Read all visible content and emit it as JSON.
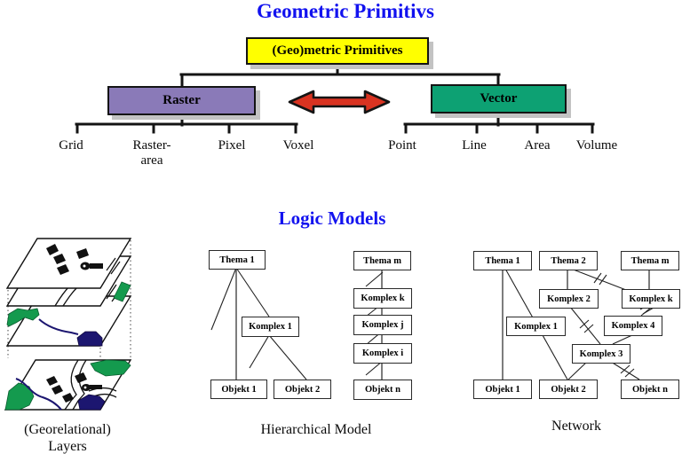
{
  "section_primitives": {
    "title": "Geometric Primitivs",
    "root_box": "(Geo)metric Primitives",
    "raster": {
      "label": "Raster",
      "children": [
        {
          "label": "Grid"
        },
        {
          "label": "Raster-",
          "label2": "area"
        },
        {
          "label": "Pixel"
        },
        {
          "label": "Voxel"
        }
      ]
    },
    "vector": {
      "label": "Vector",
      "children": [
        {
          "label": "Point"
        },
        {
          "label": "Line"
        },
        {
          "label": "Area"
        },
        {
          "label": "Volume"
        }
      ]
    }
  },
  "section_logic": {
    "title": "Logic Models",
    "layers": {
      "caption1": "(Georelational)",
      "caption2": "Layers"
    },
    "hierarchical": {
      "caption": "Hierarchical Model",
      "tree_boxes": [
        "Thema 1",
        "Komplex 1",
        "Objekt 1",
        "Objekt 2"
      ],
      "chain_boxes": [
        "Thema m",
        "Komplex k",
        "Komplex j",
        "Komplex i",
        "Objekt n"
      ]
    },
    "network": {
      "caption": "Network",
      "boxes": [
        "Thema 1",
        "Thema 2",
        "Thema m",
        "Komplex 2",
        "Komplex k",
        "Komplex 1",
        "Komplex 4",
        "Komplex 3",
        "Objekt 1",
        "Objekt 2",
        "Objekt n"
      ]
    }
  },
  "colors": {
    "title_blue": "#1212ef",
    "root_yellow": "#ffff00",
    "raster_purple": "#8a7ab8",
    "vector_green": "#0da173",
    "arrow_red": "#d93321",
    "layer_green": "#149a4e",
    "water_navy": "#1c1670",
    "shadow_gray": "#c3c3c3"
  }
}
